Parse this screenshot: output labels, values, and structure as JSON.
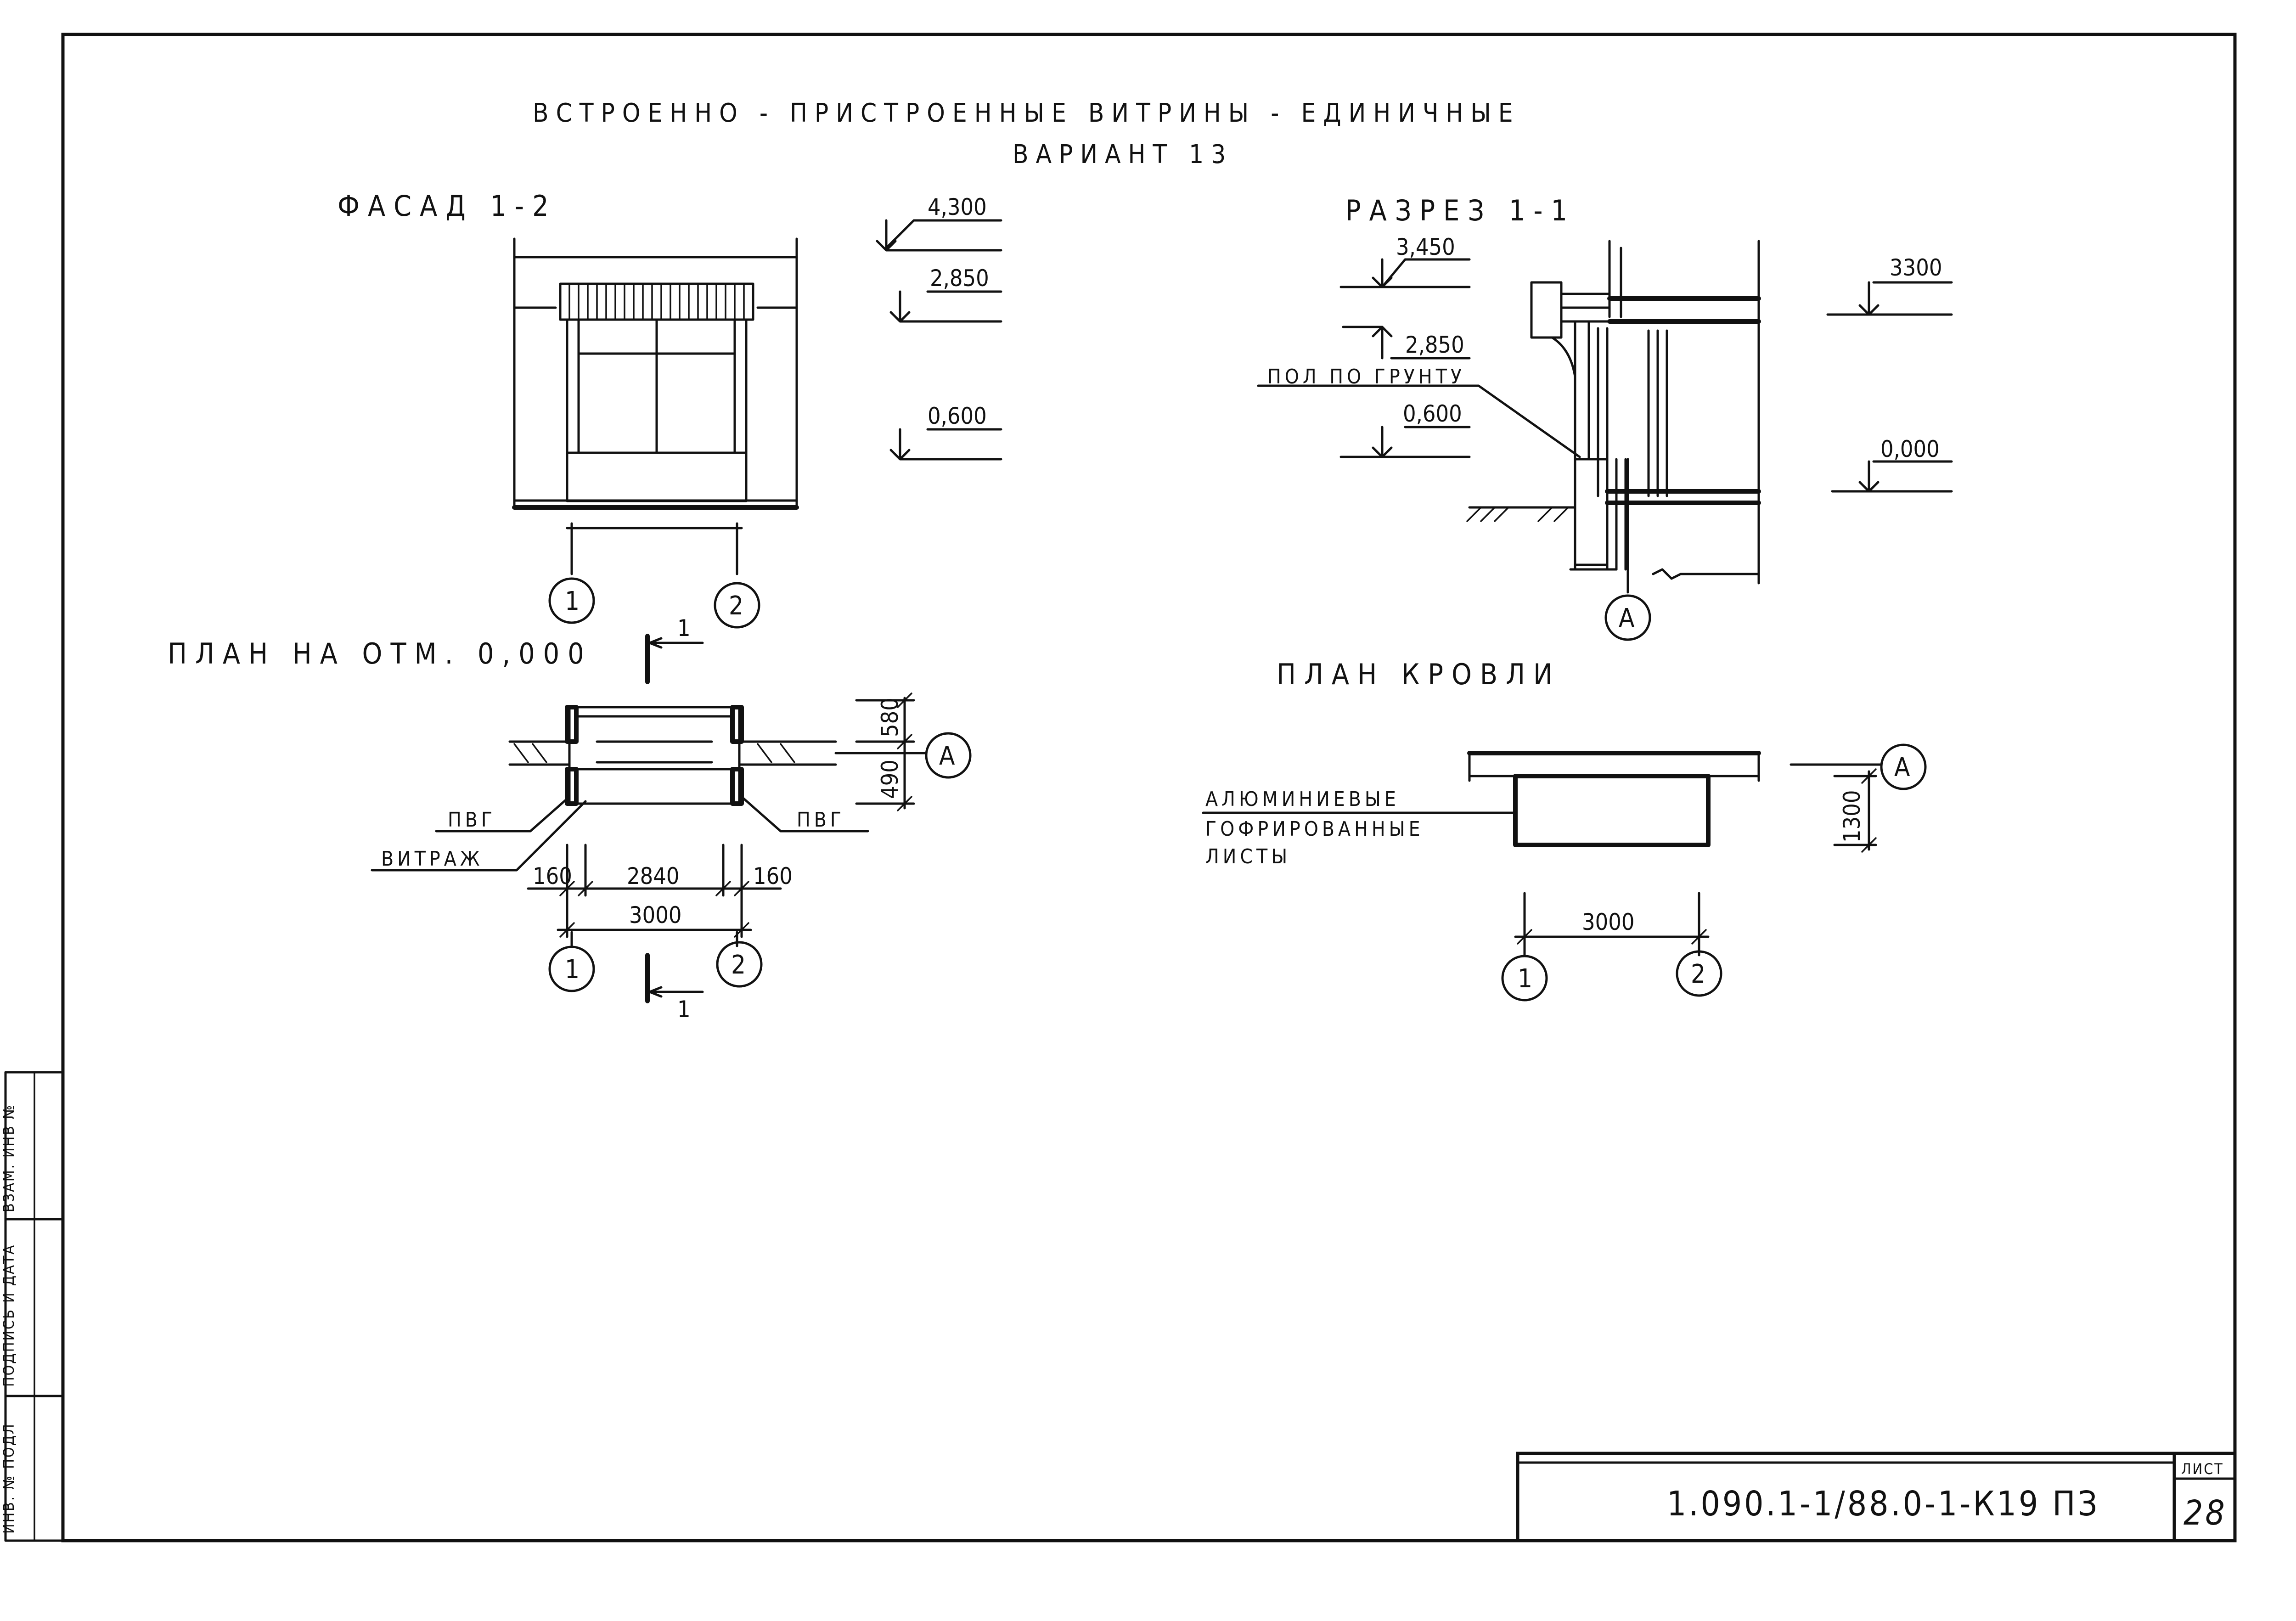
{
  "title": {
    "line1": "ВСТРОЕННО - ПРИСТРОЕННЫЕ ВИТРИНЫ - ЕДИНИЧНЫЕ",
    "line2": "ВАРИАНТ 13"
  },
  "facade": {
    "heading": "ФАСАД 1-2",
    "levels": [
      "4,300",
      "2,850",
      "0,600"
    ],
    "axes": [
      "1",
      "2"
    ]
  },
  "section": {
    "heading": "РАЗРЕЗ 1-1",
    "levels_left": [
      "3,450",
      "2,850",
      "0,600"
    ],
    "levels_right": [
      "3300",
      "0,000"
    ],
    "floor_label": "ПОЛ ПО ГРУНТУ",
    "axis": "А"
  },
  "plan": {
    "heading": "ПЛАН НА ОТМ. 0,000",
    "cut_mark": "1",
    "label_left": "ПВГ",
    "label_right": "ПВГ",
    "label_glazing": "ВИТРАЖ",
    "dim_left": "160",
    "dim_mid": "2840",
    "dim_right": "160",
    "dim_total": "3000",
    "dim_580": "580",
    "dim_490": "490",
    "axis_a": "А",
    "axes": [
      "1",
      "2"
    ]
  },
  "roof": {
    "heading": "ПЛАН КРОВЛИ",
    "label": [
      "АЛЮМИНИЕВЫЕ",
      "ГОФРИРОВАННЫЕ",
      "ЛИСТЫ"
    ],
    "dim_width": "3000",
    "dim_depth": "1300",
    "axis_a": "А",
    "axes": [
      "1",
      "2"
    ]
  },
  "side_stamp": {
    "cells": [
      "ИНВ. № ПОДЛ",
      "ПОДПИСЬ И ДАТА",
      "ВЗАМ. ИНВ №"
    ]
  },
  "stamp": {
    "code": "1.090.1-1/88.0-1-К19 ПЗ",
    "sheet_label": "ЛИСТ",
    "sheet_no": "28"
  }
}
